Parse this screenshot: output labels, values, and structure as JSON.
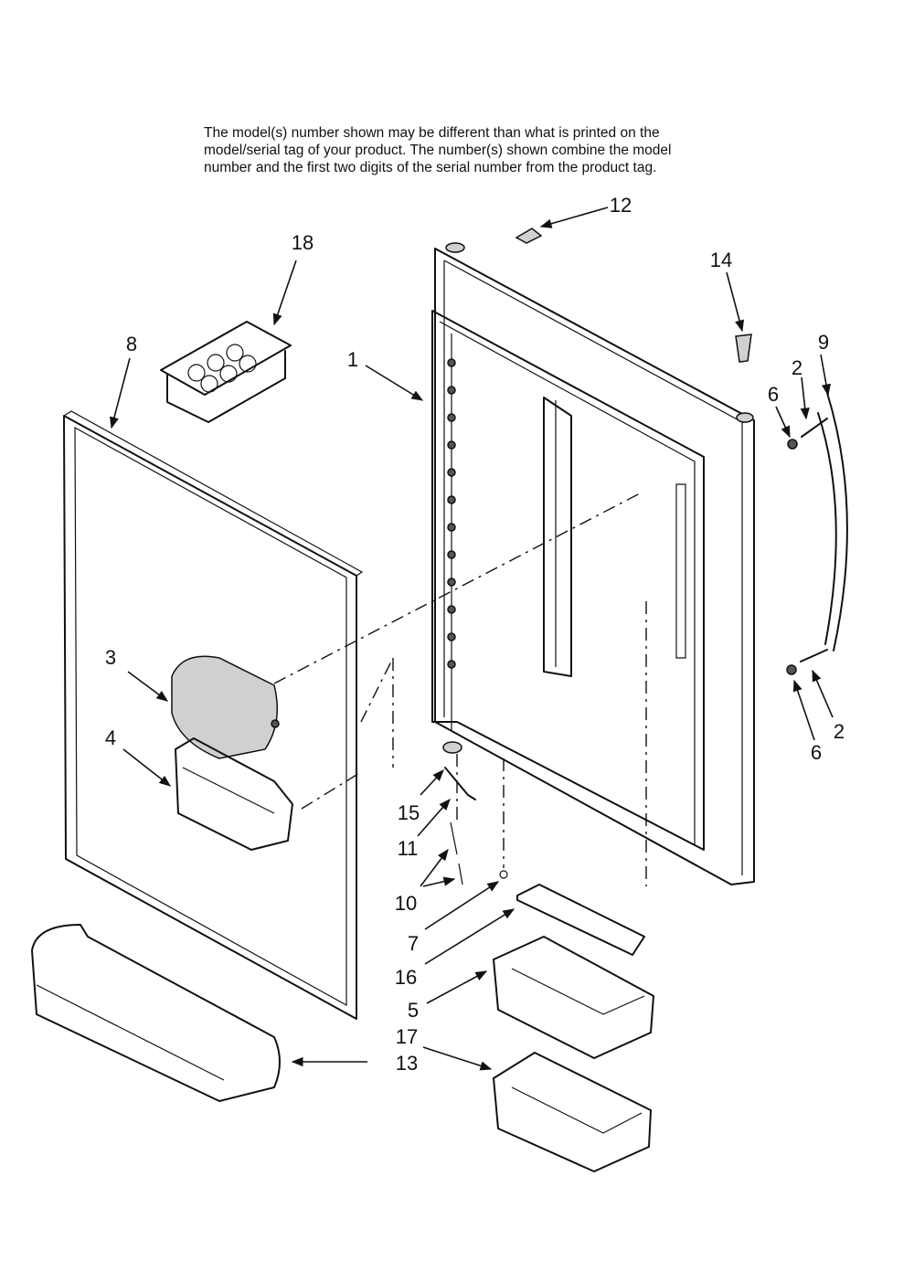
{
  "note": {
    "line1": "The model(s) number shown may be different than what is printed on the",
    "line2": "model/serial tag of your product. The number(s) shown combine the model",
    "line3": "number and the first two digits of the serial number from the product tag."
  },
  "labels": {
    "p1": "1",
    "p2a": "2",
    "p2b": "2",
    "p3": "3",
    "p4": "4",
    "p5": "5",
    "p6a": "6",
    "p6b": "6",
    "p7": "7",
    "p8": "8",
    "p9": "9",
    "p10": "10",
    "p11": "11",
    "p12": "12",
    "p13": "13",
    "p14": "14",
    "p15": "15",
    "p16": "16",
    "p17": "17",
    "p18": "18"
  }
}
